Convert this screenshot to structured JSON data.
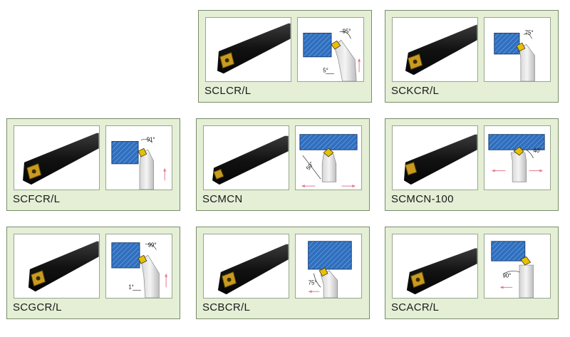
{
  "colors": {
    "card_bg": "#e4efd6",
    "workpiece": "#2f6fbf",
    "insert": "#e8c000",
    "holder": "#1c1c1c",
    "feed_arrow": "#e07a8a"
  },
  "cards": [
    {
      "id": "sclcr",
      "label": "SCLCR/L",
      "angles": [
        "95°",
        "5°"
      ]
    },
    {
      "id": "sckcr",
      "label": "SCKCR/L",
      "angles": [
        "75°"
      ]
    },
    {
      "id": "scfcr",
      "label": "SCFCR/L",
      "angles": [
        "91°"
      ]
    },
    {
      "id": "scmcn",
      "label": "SCMCN",
      "angles": [
        "50°"
      ]
    },
    {
      "id": "scmcn100",
      "label": "SCMCN-100",
      "angles": [
        "40°"
      ]
    },
    {
      "id": "scgcr",
      "label": "SCGCR/L",
      "angles": [
        "99°",
        "1°"
      ]
    },
    {
      "id": "scbcr",
      "label": "SCBCR/L",
      "angles": [
        "75°"
      ]
    },
    {
      "id": "scacr",
      "label": "SCACR/L",
      "angles": [
        "90°"
      ]
    }
  ]
}
